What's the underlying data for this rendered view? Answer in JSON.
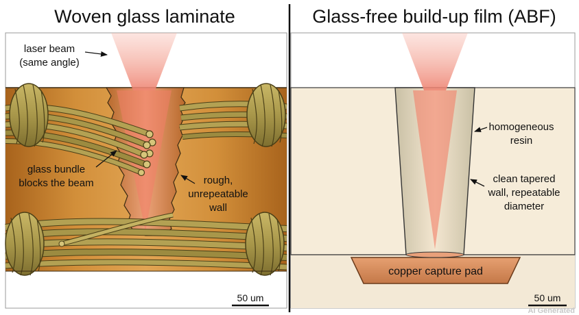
{
  "left_panel": {
    "title": "Woven glass laminate",
    "labels": {
      "laser_line1": "laser beam",
      "laser_line2": "(same angle)",
      "bundle_line1": "glass bundle",
      "bundle_line2": "blocks the beam",
      "rough_line1": "rough,",
      "rough_line2": "unrepeatable",
      "rough_line3": "wall"
    },
    "scale_bar": "50 um"
  },
  "right_panel": {
    "title": "Glass-free build-up film (ABF)",
    "labels": {
      "homog_line1": "homogeneous",
      "homog_line2": "resin",
      "clean_line1": "clean tapered",
      "clean_line2": "wall, repeatable",
      "clean_line3": "diameter",
      "pad": "copper capture pad"
    },
    "scale_bar": "50 um"
  },
  "watermark": "AI Generated",
  "colors": {
    "laminate": "#c97f2c",
    "glass_fiber": "#a69548",
    "resin": "#f6ecd9",
    "copper_pad": "#d08a5a",
    "laser": "#f09a8a"
  }
}
